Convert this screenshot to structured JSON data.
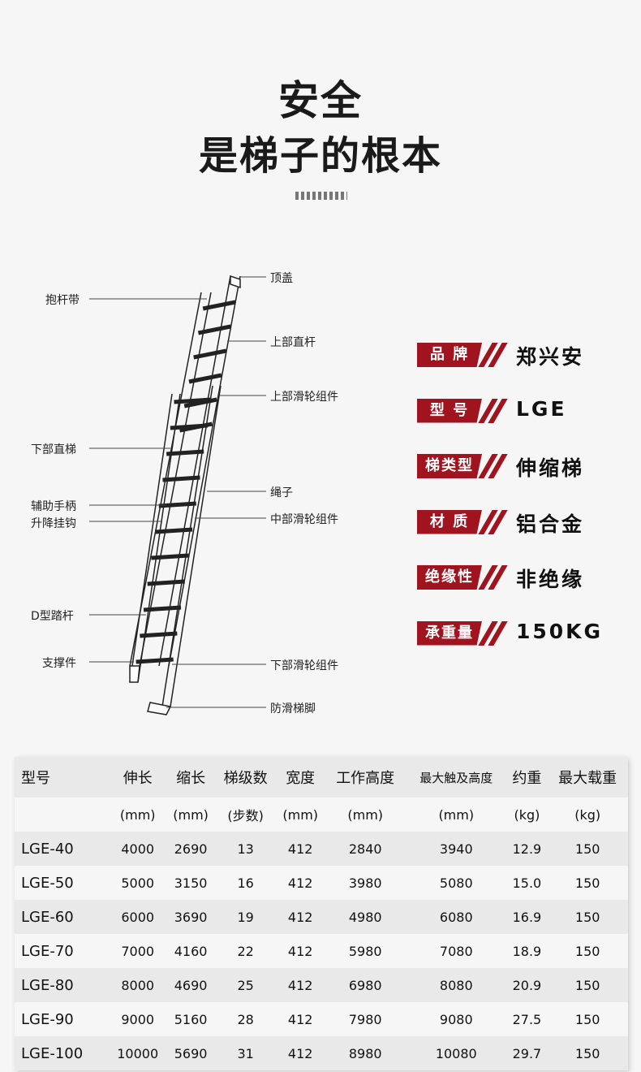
{
  "title": {
    "line1": "安全",
    "line2": "是梯子的根本"
  },
  "diagram_labels": {
    "left": [
      "抱杆带",
      "下部直梯",
      "辅助手柄",
      "升降挂钩",
      "D型踏杆",
      "支撑件"
    ],
    "right": [
      "顶盖",
      "上部直杆",
      "上部滑轮组件",
      "绳子",
      "中部滑轮组件",
      "下部滑轮组件",
      "防滑梯脚"
    ]
  },
  "specs": [
    {
      "label": "品 牌",
      "value": "郑兴安"
    },
    {
      "label": "型 号",
      "value": "LGE"
    },
    {
      "label": "梯类型",
      "value": "伸缩梯"
    },
    {
      "label": "材 质",
      "value": "铝合金"
    },
    {
      "label": "绝缘性",
      "value": "非绝缘"
    },
    {
      "label": "承重量",
      "value": "150KG"
    }
  ],
  "colors": {
    "accent": "#a0141f"
  },
  "table": {
    "headers": [
      "型号",
      "伸长",
      "缩长",
      "梯级数",
      "宽度",
      "工作高度",
      "最大触及高度",
      "约重",
      "最大载重"
    ],
    "units": [
      "",
      "(mm)",
      "(mm)",
      "(步数)",
      "(mm)",
      "(mm)",
      "(mm)",
      "(kg)",
      "(kg)"
    ],
    "rows": [
      [
        "LGE-40",
        "4000",
        "2690",
        "13",
        "412",
        "2840",
        "3940",
        "12.9",
        "150"
      ],
      [
        "LGE-50",
        "5000",
        "3150",
        "16",
        "412",
        "3980",
        "5080",
        "15.0",
        "150"
      ],
      [
        "LGE-60",
        "6000",
        "3690",
        "19",
        "412",
        "4980",
        "6080",
        "16.9",
        "150"
      ],
      [
        "LGE-70",
        "7000",
        "4160",
        "22",
        "412",
        "5980",
        "7080",
        "18.9",
        "150"
      ],
      [
        "LGE-80",
        "8000",
        "4690",
        "25",
        "412",
        "6980",
        "8080",
        "20.9",
        "150"
      ],
      [
        "LGE-90",
        "9000",
        "5160",
        "28",
        "412",
        "7980",
        "9080",
        "27.5",
        "150"
      ],
      [
        "LGE-100",
        "10000",
        "5690",
        "31",
        "412",
        "8980",
        "10080",
        "29.7",
        "150"
      ]
    ]
  }
}
